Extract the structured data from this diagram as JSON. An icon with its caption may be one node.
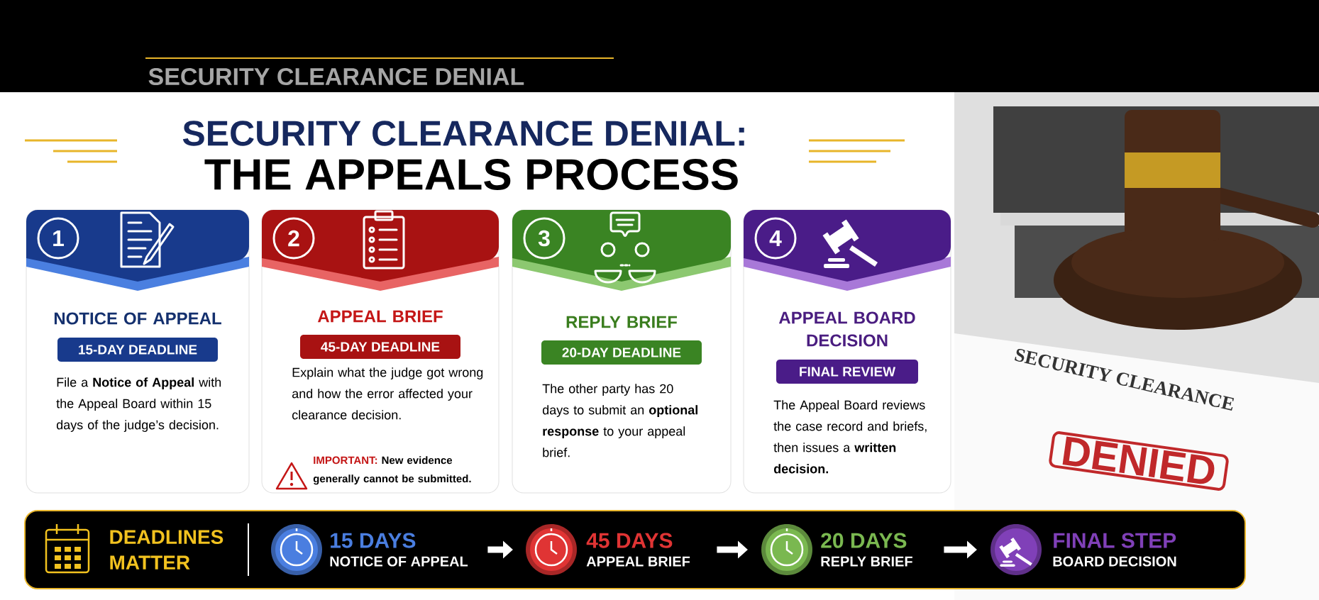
{
  "diagram": {
    "title": "SECURITY CLEARANCE DENIAL:",
    "nodes": [
      {
        "text": [
          "1",
          "NOTICE OF APPEAL",
          "15-DAY DEADLINE",
          "File a **Notice of Appeal** with the Appeal Board within 15 days of the judge’s decision."
        ]
      },
      {
        "text": [
          "2",
          "APPEAL BRIEF",
          "45-DAY DEADLINE",
          "Explain what the judge got wrong and how the error affected your clearance decision.",
          "IMPORTANT:",
          "New evidence generally cannot be submitted."
        ]
      },
      {
        "text": [
          "3",
          "REPLY BRIEF",
          "20-DAY DEADLINE",
          "The other party has 20 days to submit an **optional response** to your appeal brief."
        ]
      },
      {
        "text": [
          "4",
          "APPEAL BOARD DECISION",
          "FINAL REVIEW",
          "The Appeal Board reviews the case record and briefs, then issues a **written decision.**"
        ]
      },
      {
        "text": [
          "DEADLINES MATTER"
        ]
      },
      {
        "text": [
          "15 DAYS",
          "NOTICE OF APPEAL"
        ],
        "in": 4
      },
      {
        "text": [
          "45 DAYS",
          "APPEAL BRIEF"
        ],
        "in": 4
      },
      {
        "text": [
          "20 DAYS",
          "REPLY BRIEF"
        ],
        "in": 4
      },
      {
        "text": [
          "FINAL STEP",
          "BOARD DECISION"
        ],
        "in": 4
      }
    ],
    "edges": [
      {
        "from": 5,
        "to": 6,
        "arrow": "to"
      },
      {
        "from": 6,
        "to": 7,
        "arrow": "to"
      },
      {
        "from": 7,
        "to": 8,
        "arrow": "to"
      }
    ],
    "labels": [
      "SECURITY CLEARANCE DENIAL",
      "THE APPEALS PROCESS",
      "SECURITY CLEARANCE",
      "DENIED"
    ]
  }
}
